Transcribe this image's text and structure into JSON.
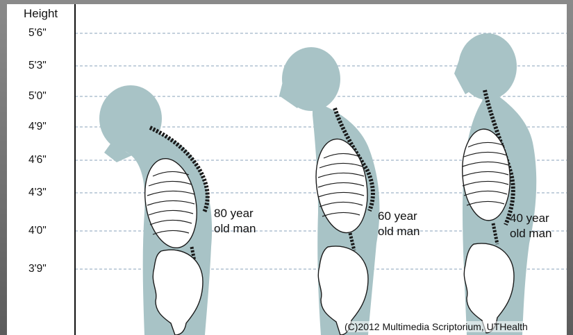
{
  "axis": {
    "title": "Height",
    "ticks": [
      "5'6\"",
      "5'3\"",
      "5'0\"",
      "4'9\"",
      "4'6\"",
      "4'3\"",
      "4'0\"",
      "3'9\""
    ]
  },
  "figures": [
    {
      "caption_line1": "80 year",
      "caption_line2": "old man"
    },
    {
      "caption_line1": "60 year",
      "caption_line2": "old man"
    },
    {
      "caption_line1": "40 year",
      "caption_line2": "old man"
    }
  ],
  "copyright": "(C)2012 Multimedia Scriptorium, UTHealth",
  "colors": {
    "silhouette": "#a8c3c6",
    "grid": "#9fb4c6",
    "ink": "#1a1a1a"
  }
}
